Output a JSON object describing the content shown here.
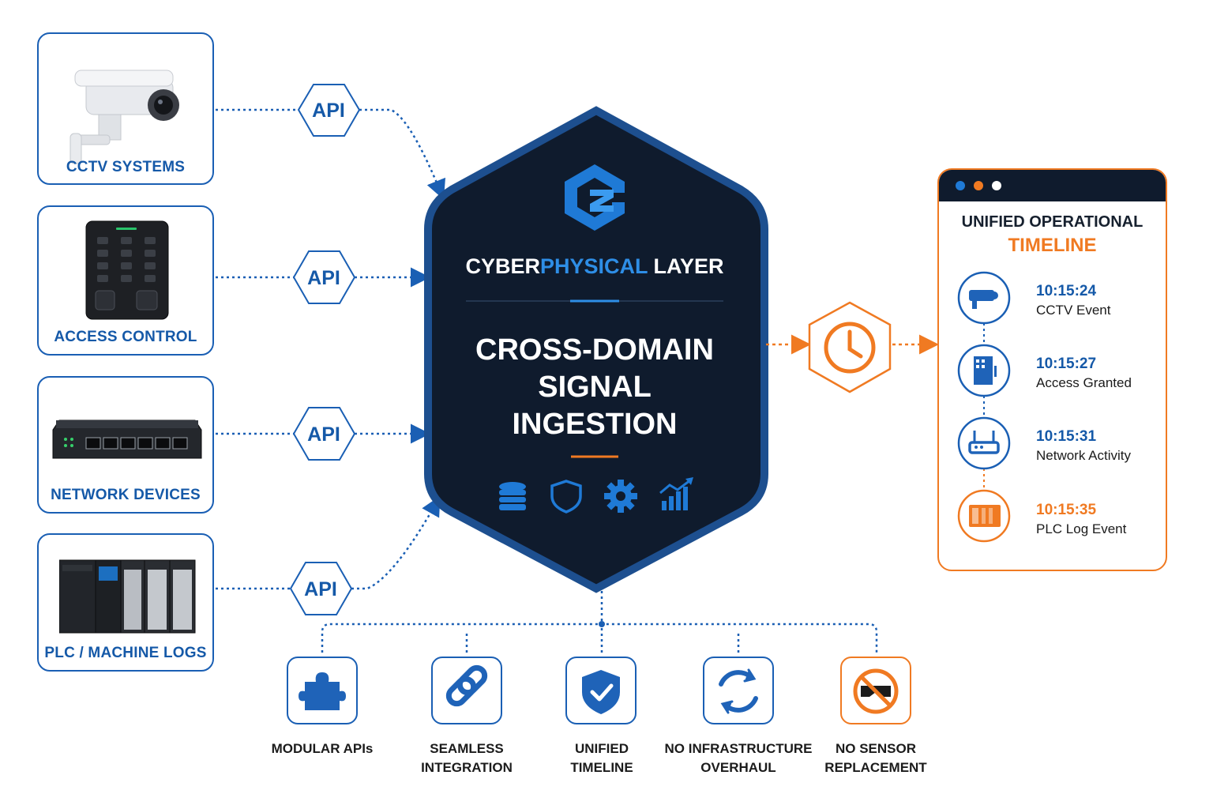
{
  "sources": [
    {
      "label": "CCTV SYSTEMS",
      "icon": "cctv-camera-icon"
    },
    {
      "label": "ACCESS CONTROL",
      "icon": "keypad-reader-icon"
    },
    {
      "label": "NETWORK DEVICES",
      "icon": "network-switch-icon"
    },
    {
      "label": "PLC / MACHINE LOGS",
      "icon": "plc-rack-icon"
    }
  ],
  "api_label": "API",
  "core": {
    "title_part1": "CYBER",
    "title_part2": "PHYSICAL",
    "title_part3": " LAYER",
    "heading_line1": "CROSS-DOMAIN",
    "heading_line2": "SIGNAL",
    "heading_line3": "INGESTION",
    "icons": [
      "database-icon",
      "shield-icon",
      "gear-icon",
      "analytics-chart-icon"
    ]
  },
  "timeline": {
    "title_line1": "UNIFIED OPERATIONAL",
    "title_line2": "TIMELINE",
    "events": [
      {
        "time": "10:15:24",
        "label": "CCTV Event",
        "icon": "cctv-camera-icon"
      },
      {
        "time": "10:15:27",
        "label": "Access Granted",
        "icon": "door-icon"
      },
      {
        "time": "10:15:31",
        "label": "Network Activity",
        "icon": "router-icon"
      },
      {
        "time": "10:15:35",
        "label": "PLC Log Event",
        "icon": "plc-icon"
      }
    ]
  },
  "benefits": [
    {
      "line1": "MODULAR APIs",
      "line2": "",
      "icon": "puzzle-icon"
    },
    {
      "line1": "SEAMLESS",
      "line2": "INTEGRATION",
      "icon": "link-icon"
    },
    {
      "line1": "UNIFIED",
      "line2": "TIMELINE",
      "icon": "shield-check-icon"
    },
    {
      "line1": "NO INFRASTRUCTURE",
      "line2": "OVERHAUL",
      "icon": "refresh-icon"
    },
    {
      "line1": "NO SENSOR",
      "line2": "REPLACEMENT",
      "icon": "no-sensor-icon"
    }
  ],
  "colors": {
    "blue": "#1a5fb4",
    "orange": "#f07a22",
    "navy": "#0f1b2d",
    "hex_border": "#1d4f8f"
  }
}
